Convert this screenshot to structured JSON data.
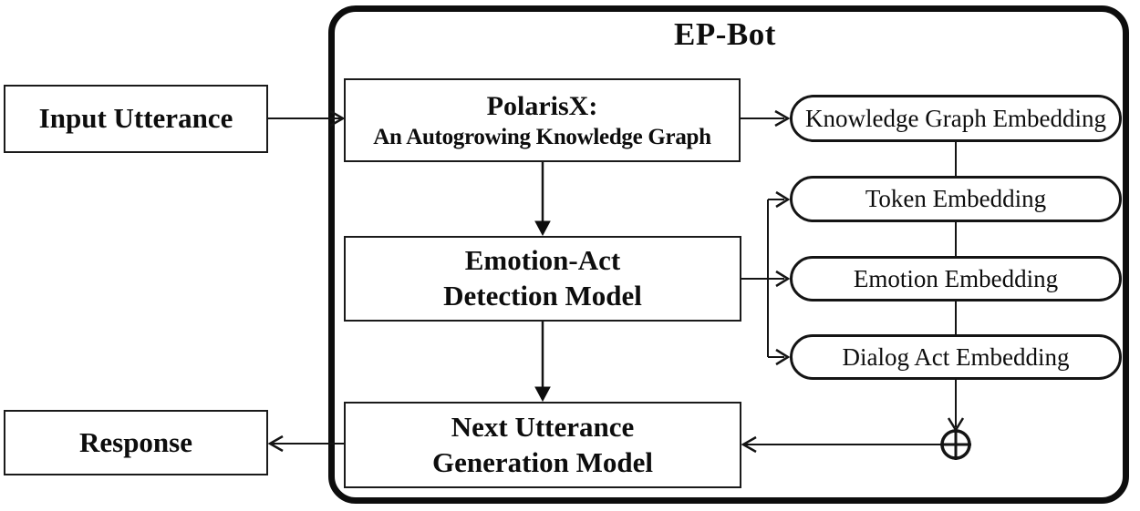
{
  "diagram": {
    "title": "EP-Bot",
    "nodes": {
      "input_utterance": {
        "label": "Input Utterance"
      },
      "response": {
        "label": "Response"
      },
      "polarisx": {
        "line1": "PolarisX:",
        "line2": "An Autogrowing Knowledge Graph"
      },
      "emotion_act": {
        "line1": "Emotion-Act",
        "line2": "Detection Model"
      },
      "next_utterance": {
        "line1": "Next Utterance",
        "line2": "Generation Model"
      },
      "kg_embedding": {
        "label": "Knowledge Graph Embedding"
      },
      "token_embedding": {
        "label": "Token Embedding"
      },
      "emotion_embedding": {
        "label": "Emotion Embedding"
      },
      "dialog_act_embedding": {
        "label": "Dialog Act Embedding"
      }
    },
    "icons": {
      "sum": "circled-plus"
    },
    "edges": [
      {
        "from": "Input Utterance",
        "to": "PolarisX: An Autogrowing Knowledge Graph"
      },
      {
        "from": "PolarisX: An Autogrowing Knowledge Graph",
        "to": "Knowledge Graph Embedding"
      },
      {
        "from": "PolarisX: An Autogrowing Knowledge Graph",
        "to": "Emotion-Act Detection Model"
      },
      {
        "from": "Knowledge Graph Embedding",
        "to": "Token Embedding"
      },
      {
        "from": "Token Embedding",
        "to": "Emotion Embedding"
      },
      {
        "from": "Emotion Embedding",
        "to": "Dialog Act Embedding"
      },
      {
        "from": "Emotion-Act Detection Model",
        "to": "Token Embedding"
      },
      {
        "from": "Emotion-Act Detection Model",
        "to": "Emotion Embedding"
      },
      {
        "from": "Emotion-Act Detection Model",
        "to": "Dialog Act Embedding"
      },
      {
        "from": "Emotion-Act Detection Model",
        "to": "Next Utterance Generation Model"
      },
      {
        "from": "Dialog Act Embedding",
        "to": "circled-plus"
      },
      {
        "from": "circled-plus",
        "to": "Next Utterance Generation Model"
      },
      {
        "from": "Next Utterance Generation Model",
        "to": "Response"
      }
    ],
    "colors": {
      "line": "#141414",
      "background": "#ffffff",
      "text": "#0d0d0d"
    }
  }
}
